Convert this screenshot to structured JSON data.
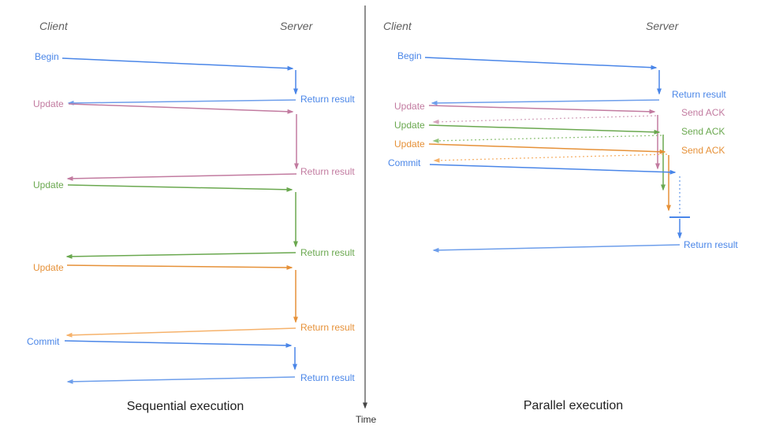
{
  "colors": {
    "blue": "#4a86e8",
    "blue_light": "#6d9eeb",
    "pink": "#c27ba0",
    "pink_light": "#d5a6bd",
    "green": "#6aa84f",
    "green_light": "#93c47d",
    "orange": "#e69138",
    "orange_light": "#f6b26b",
    "axis": "#454545"
  },
  "axis": {
    "time_label": "Time"
  },
  "left": {
    "caption": "Sequential execution",
    "client": "Client",
    "server": "Server",
    "rows": [
      {
        "label": "Begin",
        "response": "Return result"
      },
      {
        "label": "Update",
        "response": "Return result"
      },
      {
        "label": "Update",
        "response": "Return result"
      },
      {
        "label": "Update",
        "response": "Return result"
      },
      {
        "label": "Commit",
        "response": "Return result"
      }
    ]
  },
  "right": {
    "caption": "Parallel execution",
    "client": "Client",
    "server": "Server",
    "rows": [
      {
        "label": "Begin",
        "response": "Return result"
      },
      {
        "label": "Update",
        "response": "Send ACK"
      },
      {
        "label": "Update",
        "response": "Send ACK"
      },
      {
        "label": "Update",
        "response": "Send ACK"
      },
      {
        "label": "Commit",
        "response": "Return result"
      }
    ]
  }
}
